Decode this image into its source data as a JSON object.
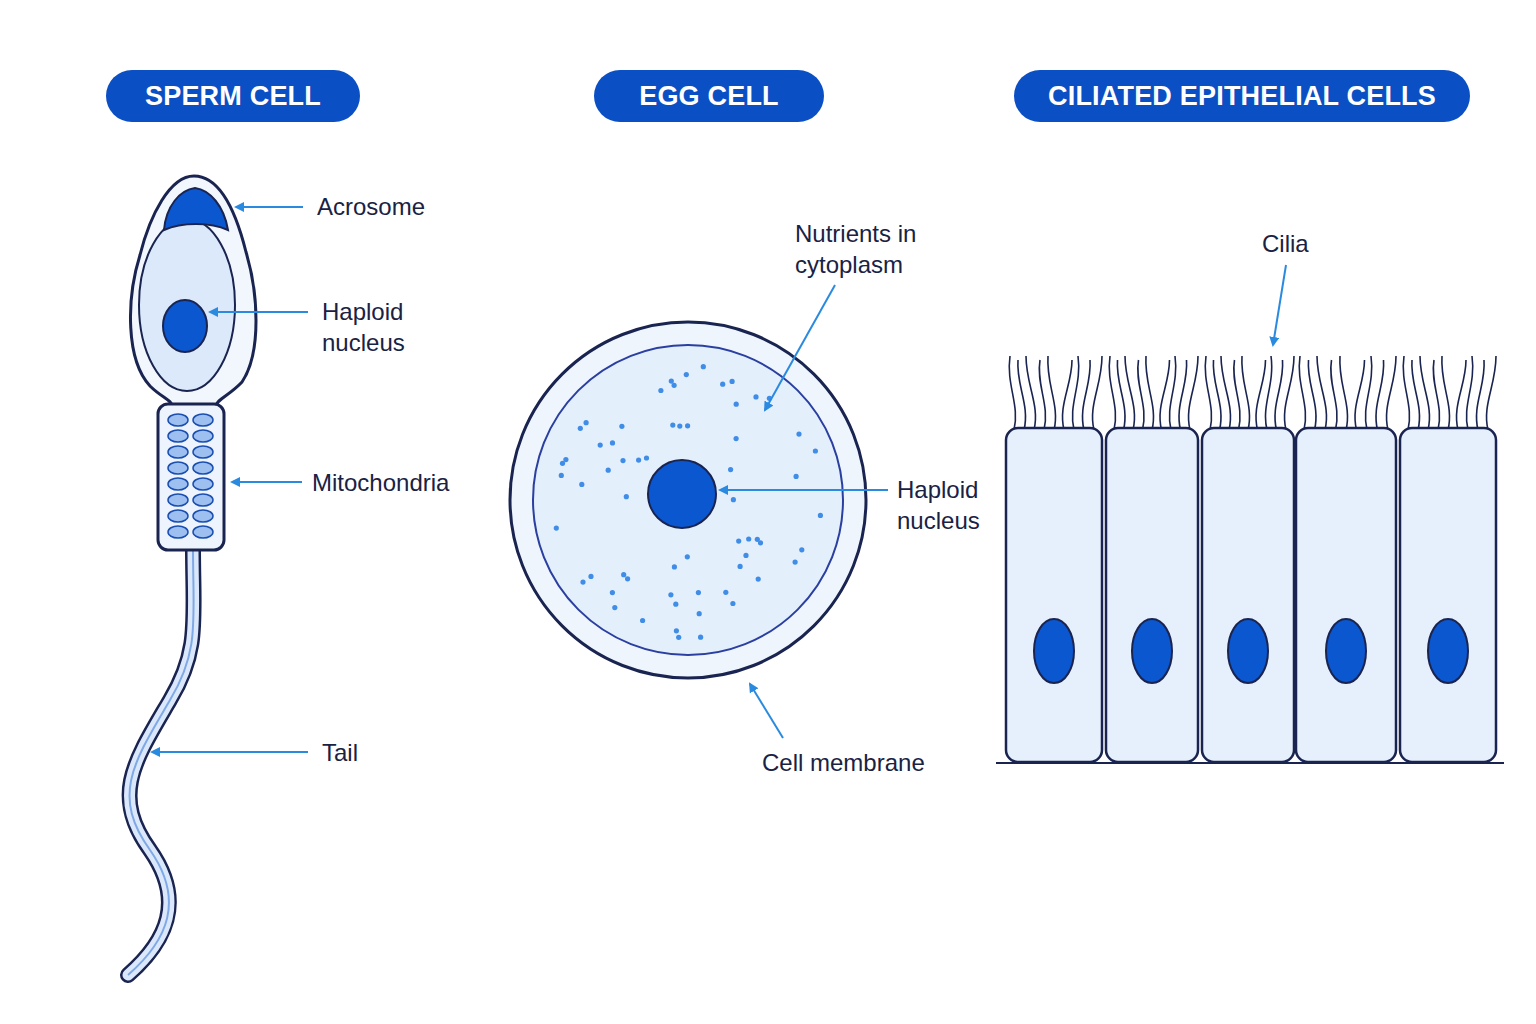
{
  "diagram": {
    "nodes": [
      {
        "text": [
          "SPERM CELL"
        ]
      },
      {
        "text": [
          "EGG CELL"
        ]
      },
      {
        "text": [
          "CILIATED EPITHELIAL CELLS"
        ]
      }
    ],
    "labels": [
      "Acrosome",
      "Haploid nucleus",
      "Mitochondria",
      "Tail",
      "Nutrients in cytoplasm",
      "Haploid nucleus",
      "Cell membrane",
      "Cilia"
    ]
  }
}
